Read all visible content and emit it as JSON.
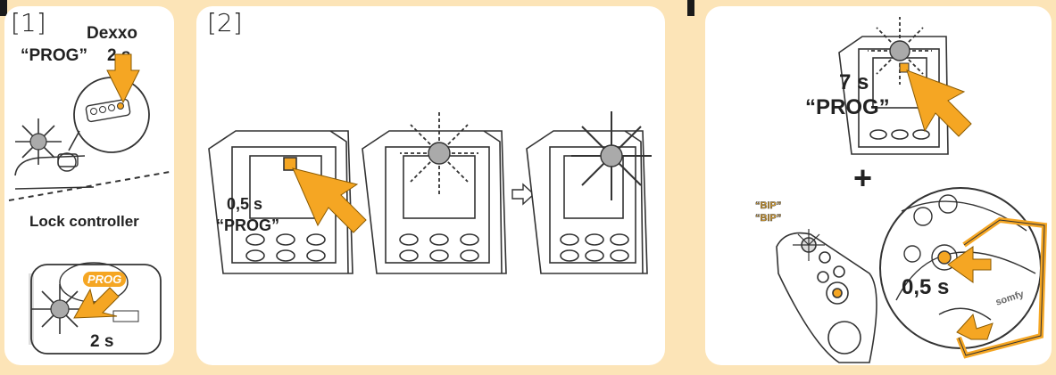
{
  "colors": {
    "background": "#fce4b7",
    "panel": "#ffffff",
    "accent": "#f5a623",
    "line": "#333333"
  },
  "panel1": {
    "step": "[1]",
    "dexxo_title": "Dexxo",
    "dexxo_prog": "“PROG”",
    "dexxo_time": "2 s",
    "lock_title": "Lock controller",
    "lock_prog": "PROG",
    "lock_time": "2 s"
  },
  "panel2": {
    "step": "[2]",
    "press_time": "0,5 s",
    "press_prog": "“PROG”"
  },
  "panel3": {
    "hold_time": "7 s",
    "hold_prog": "“PROG”",
    "plus": "+",
    "bip1": "“BIP”",
    "bip2": "“BIP”",
    "remote_time": "0,5 s",
    "brand": "somfy"
  },
  "icons": [
    "hand-pointer-icon",
    "flash-light-icon",
    "arrow-right-icon",
    "plus-icon"
  ]
}
